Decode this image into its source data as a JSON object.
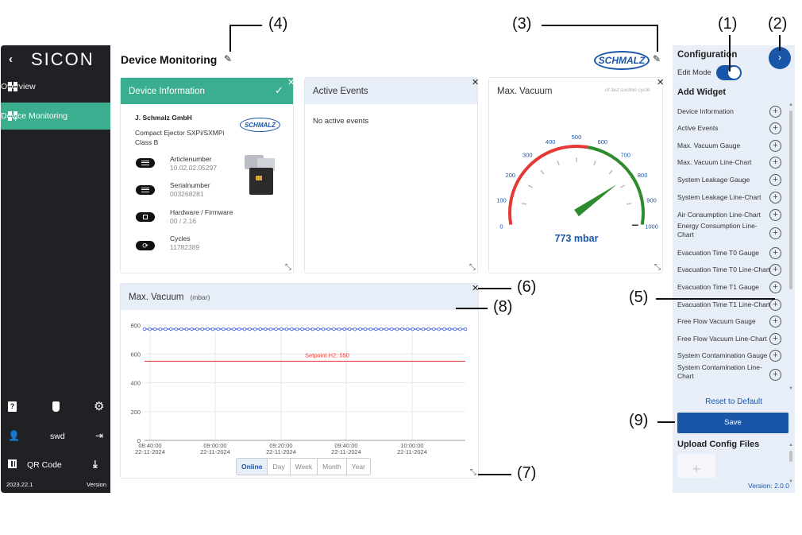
{
  "sidebar": {
    "logo": "SICON",
    "nav": [
      {
        "label": "Overview"
      },
      {
        "label": "Device Monitoring",
        "active": true
      }
    ],
    "user": "swd",
    "qr_label": "QR Code",
    "version_number": "2023.22.1",
    "version_label": "Version"
  },
  "header": {
    "title": "Device Monitoring",
    "brand_logo": "SCHMALZ"
  },
  "device_info": {
    "title": "Device Information",
    "company": "J. Schmalz GmbH",
    "product": "Compact Ejector SXPi/SXMPi Class B",
    "logo": "SCHMALZ",
    "rows": [
      {
        "label": "Articlenumber",
        "value": "10.02.02.05297",
        "icon": "list-icon"
      },
      {
        "label": "Serialnumber",
        "value": "003268281",
        "icon": "list-icon"
      },
      {
        "label": "Hardware / Firmware",
        "value": "00 / 2.16",
        "icon": "chip-icon"
      },
      {
        "label": "Cycles",
        "value": "11782389",
        "icon": "cycle-icon"
      }
    ]
  },
  "active_events": {
    "title": "Active Events",
    "message": "No active events"
  },
  "gauge": {
    "title": "Max. Vacuum",
    "subtitle": "of last suction cycle",
    "value_text": "773 mbar",
    "value": 773,
    "min": 0,
    "max": 1000,
    "ticks": [
      "0",
      "100",
      "200",
      "300",
      "400",
      "500",
      "600",
      "700",
      "800",
      "900",
      "1000"
    ]
  },
  "line_card": {
    "title": "Max. Vacuum",
    "unit": "(mbar)",
    "ranges": [
      "Online",
      "Day",
      "Week",
      "Month",
      "Year"
    ],
    "selected_range": "Online"
  },
  "chart_data": {
    "type": "line",
    "title": "Max. Vacuum",
    "ylabel": "(mbar)",
    "ylim": [
      0,
      800
    ],
    "yticks": [
      "0",
      "200",
      "400",
      "600",
      "800"
    ],
    "xticks": [
      {
        "time": "08:40:00",
        "date": "22-11-2024"
      },
      {
        "time": "09:00:00",
        "date": "22-11-2024"
      },
      {
        "time": "09:20:00",
        "date": "22-11-2024"
      },
      {
        "time": "09:40:00",
        "date": "22-11-2024"
      },
      {
        "time": "10:00:00",
        "date": "22-11-2024"
      }
    ],
    "series": [
      {
        "values": [
          773,
          772,
          773,
          772,
          773,
          773,
          772,
          773,
          772,
          773,
          772,
          773,
          773,
          772,
          773,
          773,
          772,
          773,
          773,
          772,
          773,
          772,
          773,
          773,
          772,
          773,
          773,
          772,
          773,
          772,
          773,
          773,
          772,
          773,
          772,
          773,
          773,
          772,
          773,
          773,
          772,
          773,
          773,
          772,
          773,
          772,
          773,
          773,
          772,
          773,
          773,
          772,
          773,
          772,
          773,
          773,
          772,
          773,
          773,
          773,
          772,
          773
        ]
      }
    ],
    "setpoint": {
      "label": "Setpoint H2: 550",
      "value": 550
    },
    "colors": {
      "series": "#3d5fd6",
      "setpoint": "#e53935"
    },
    "grid": true
  },
  "config": {
    "title": "Configuration",
    "edit_mode_label": "Edit Mode",
    "edit_mode": true,
    "add_widget_title": "Add Widget",
    "widgets": [
      "Device Information",
      "Active Events",
      "Max. Vacuum Gauge",
      "Max. Vacuum Line-Chart",
      "System Leakage Gauge",
      "System Leakage Line-Chart",
      "Air Consumption Line-Chart",
      "Energy Consumption Line-Chart",
      "Evacuation Time T0 Gauge",
      "Evacuation Time T0 Line-Chart",
      "Evacuation Time T1 Gauge",
      "Evacuation Time T1 Line-Chart",
      "Free Flow Vacuum Gauge",
      "Free Flow Vacuum Line-Chart",
      "System Contamination Gauge",
      "System Contamination Line-Chart"
    ],
    "reset_label": "Reset to Default",
    "save_label": "Save",
    "upload_title": "Upload Config Files",
    "version": "Version: 2.0.0"
  },
  "annotations": [
    "(1)",
    "(2)",
    "(3)",
    "(4)",
    "(5)",
    "(6)",
    "(7)",
    "(8)",
    "(9)"
  ],
  "colors": {
    "accent_green": "#3aae8e",
    "primary_blue": "#1a56a8",
    "sidebar_bg": "#202124",
    "panel_bg": "#e8eef8"
  }
}
